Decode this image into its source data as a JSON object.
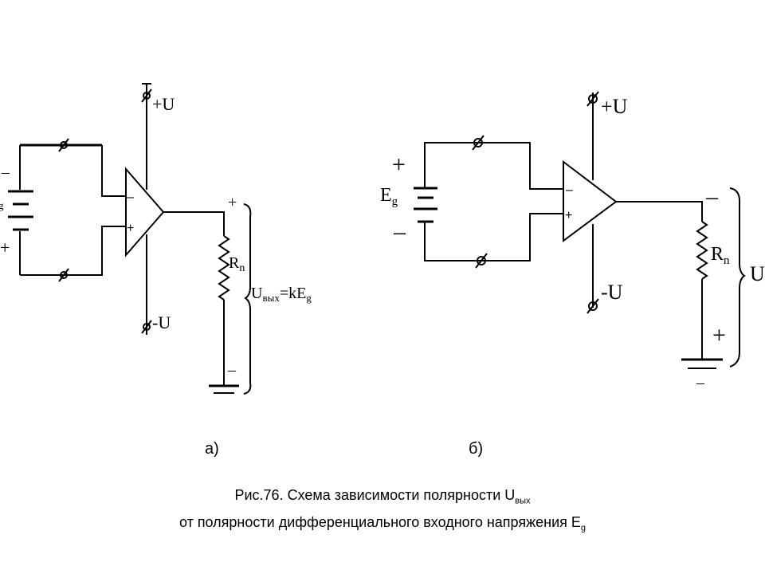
{
  "diagram_a": {
    "label": "а)",
    "supply_pos": "+U",
    "supply_neg": "-U",
    "opamp_inv": "–",
    "opamp_noninv": "+",
    "source_top": "–",
    "source_bottom": "+",
    "source_partial": "g",
    "load_top": "+",
    "load_bottom": "–",
    "resistor_main": "R",
    "resistor_sub": "n",
    "output_main": "U",
    "output_sub": "вых",
    "output_rest": "=kE",
    "output_rest_sub": "g"
  },
  "diagram_b": {
    "label": "б)",
    "supply_pos": "+U",
    "supply_neg": "-U",
    "opamp_inv": "–",
    "opamp_noninv": "+",
    "source_top": "+",
    "source_bottom": "–",
    "source_main": "E",
    "source_sub": "g",
    "load_top": "–",
    "load_bottom": "+",
    "resistor_main": "R",
    "resistor_sub": "n",
    "output_partial": "U",
    "ground_mark": "–"
  },
  "caption": {
    "line1": "Рис.76. Схема зависимости полярности U",
    "line1_sub": "вых",
    "line2": "от полярности дифференциального входного напряжения E",
    "line2_sub": "g"
  }
}
